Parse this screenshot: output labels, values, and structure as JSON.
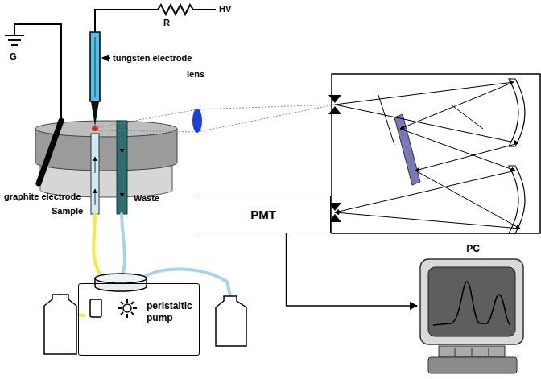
{
  "diagram": {
    "nodes": [
      {
        "text": [
          "PMT"
        ]
      },
      {
        "text": [
          "peristaltic pump"
        ]
      },
      {
        "text": [
          "PC"
        ]
      }
    ],
    "edges": [
      {
        "from": 0,
        "to": 2,
        "arrow": "to"
      }
    ],
    "labels": [
      "HV",
      "R",
      "G",
      "tungsten electrode",
      "lens",
      "graphite electrode",
      "Sample",
      "Waste"
    ]
  }
}
